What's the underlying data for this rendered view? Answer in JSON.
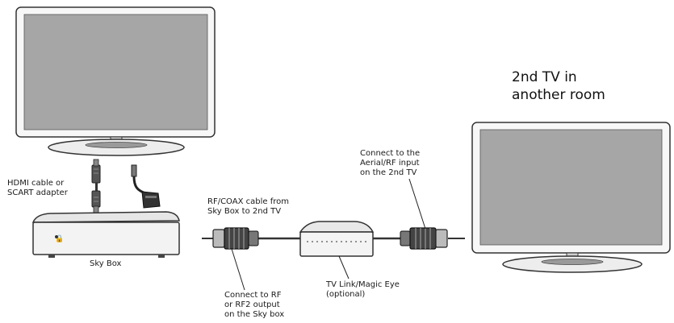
{
  "labels": {
    "second_tv_title": "2nd TV in\nanother room",
    "hdmi_scart": "HDMI cable or\nSCART adapter",
    "sky_box": "Sky Box",
    "rf_coax_cable": "RF/COAX cable from\nSky Box to 2nd TV",
    "connect_aerial": "Connect to the\nAerial/RF input\non the 2nd TV",
    "connect_rf_output": "Connect to RF\nor RF2 output\non the Sky box",
    "tv_link": "TV Link/Magic Eye\n(optional)"
  },
  "colors": {
    "outline": "#333333",
    "screen": "#a6a6a6",
    "bezel": "#f5f5f5",
    "body": "#f2f2f2"
  },
  "icons": {
    "tv": "tv-icon",
    "sky_box": "set-top-box-icon",
    "connector": "rf-connector-icon",
    "tv_link": "tv-link-icon"
  }
}
